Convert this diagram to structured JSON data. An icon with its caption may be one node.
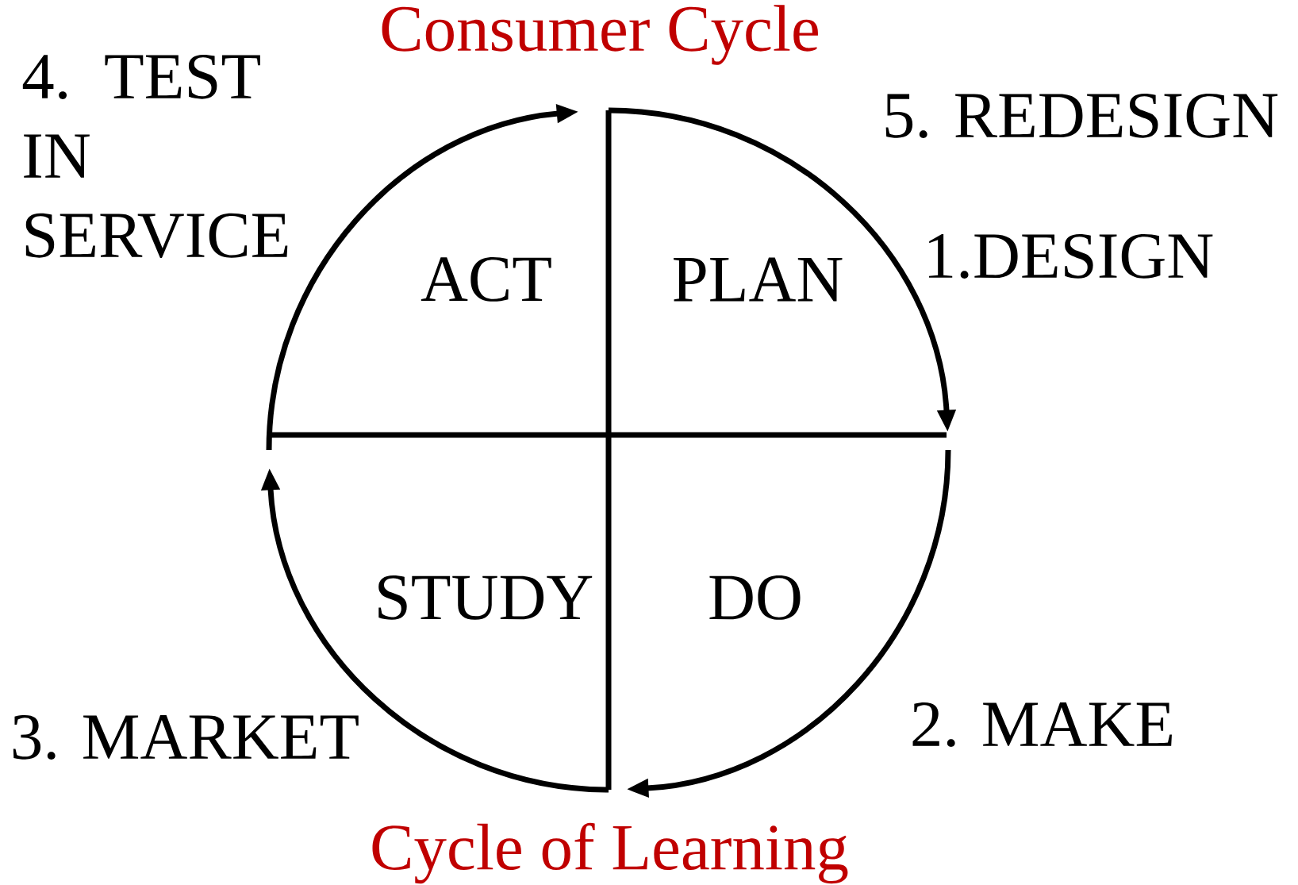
{
  "diagram": {
    "nodes": [
      {
        "text": [
          "ACT"
        ]
      },
      {
        "text": [
          "PLAN"
        ]
      },
      {
        "text": [
          "STUDY"
        ]
      },
      {
        "text": [
          "DO"
        ]
      }
    ],
    "labels": [
      "Consumer Cycle",
      "4. TEST IN SERVICE",
      "5. REDESIGN",
      "1.DESIGN",
      "2. MAKE",
      "3. MARKET",
      "Cycle of Learning"
    ]
  }
}
